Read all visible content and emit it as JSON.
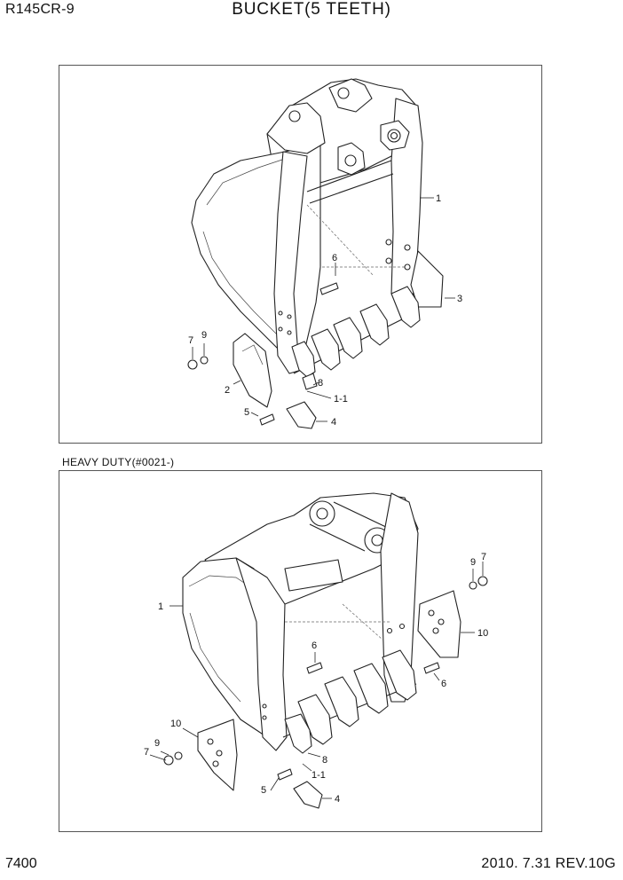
{
  "header": {
    "model": "R145CR-9",
    "title": "BUCKET(5 TEETH)"
  },
  "section2": {
    "heading": "HEAVY DUTY(#0021-)"
  },
  "figure1": {
    "callouts": [
      "1",
      "3",
      "6",
      "7",
      "9",
      "2",
      "8",
      "1-1",
      "5",
      "4"
    ]
  },
  "figure2": {
    "callouts": [
      "1",
      "7",
      "9",
      "10",
      "6",
      "6",
      "10",
      "9",
      "7",
      "8",
      "1-1",
      "5",
      "4"
    ]
  },
  "footer": {
    "page": "7400",
    "revision": "2010. 7.31  REV.10G"
  }
}
